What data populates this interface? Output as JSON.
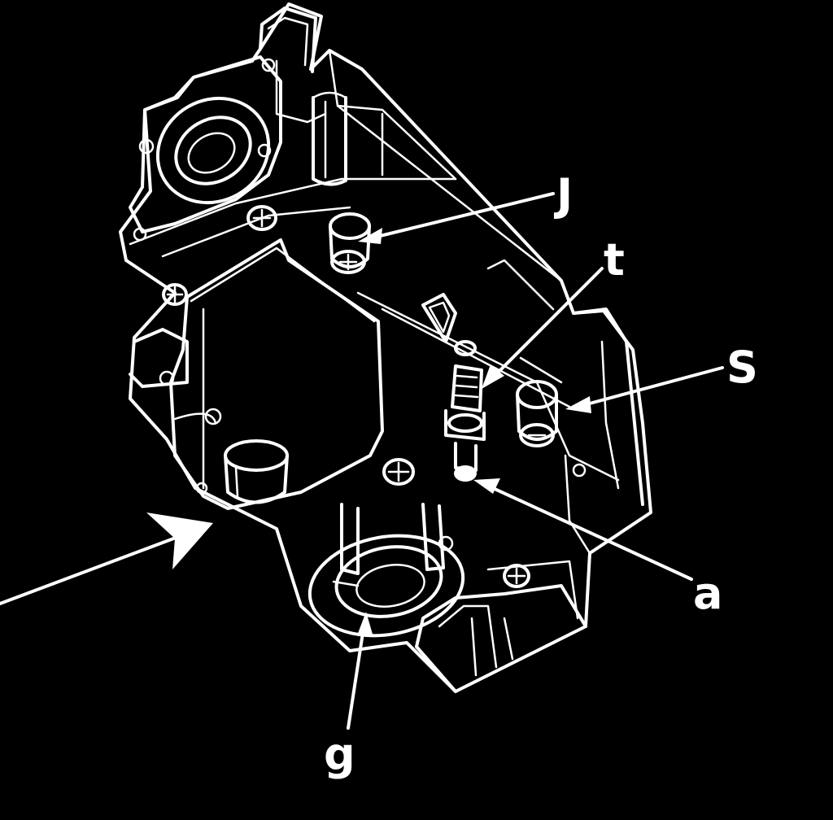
{
  "colors": {
    "background": "#000000",
    "line": "#ffffff"
  },
  "callouts": {
    "j": "J",
    "t": "t",
    "s": "S",
    "a": "a",
    "g": "g"
  }
}
